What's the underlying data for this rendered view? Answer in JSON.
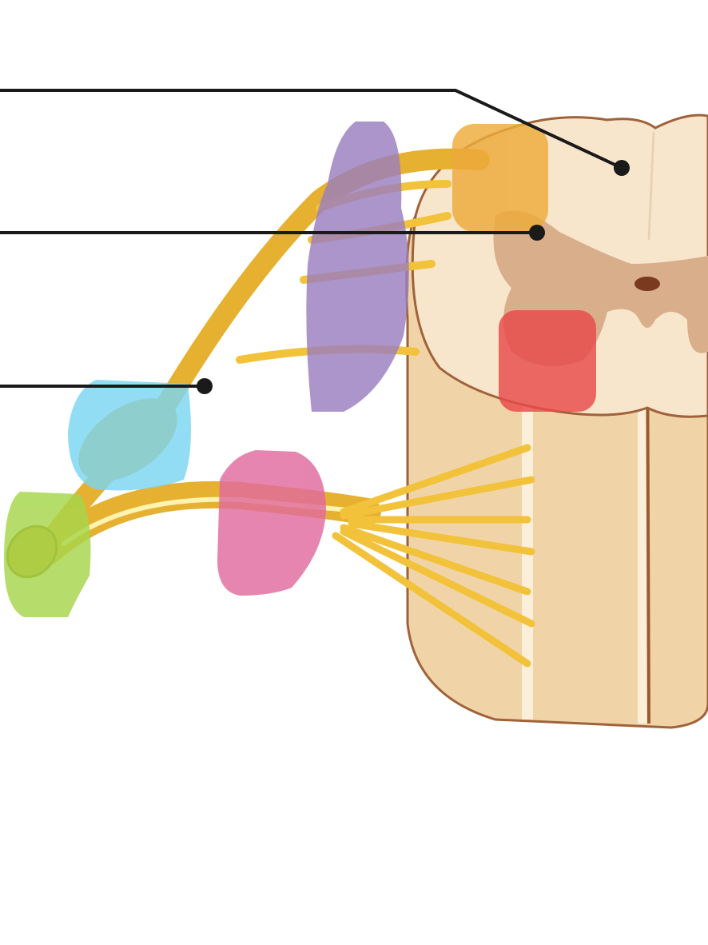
{
  "colors": {
    "background": "#ffffff",
    "white_matter": "#f5dfc0",
    "gray_matter": "#d9ae8a",
    "outline": "#a0623a",
    "nerve": "#f2c23a",
    "nerve_highlight": "#fff3b0",
    "leader_line": "#1a1a1a"
  },
  "highlights": [
    {
      "id": "dorsal-horn",
      "color": "#eeab3a"
    },
    {
      "id": "dorsal-root",
      "color": "#9a7ec0"
    },
    {
      "id": "ventral-horn",
      "color": "#e84a4a"
    },
    {
      "id": "dorsal-root-ganglion",
      "color": "#7ad6f2"
    },
    {
      "id": "spinal-nerve",
      "color": "#a6d64a"
    },
    {
      "id": "ventral-root",
      "color": "#e06a9e"
    }
  ],
  "leader_lines": [
    {
      "id": "white-matter-pointer"
    },
    {
      "id": "gray-matter-pointer"
    },
    {
      "id": "ganglion-pointer"
    }
  ]
}
